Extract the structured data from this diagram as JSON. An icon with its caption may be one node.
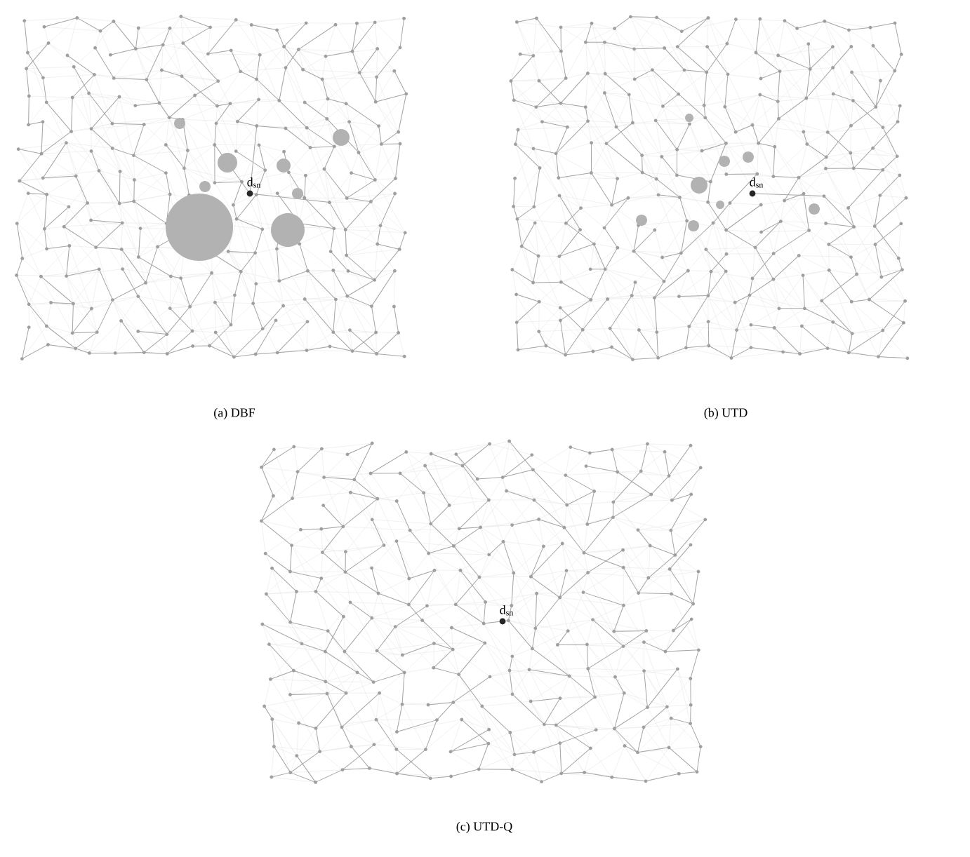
{
  "diagram": {
    "labels": [
      "d$_{sn}$",
      "d$_{sn}$",
      "d$_{sn}$",
      "(a) DBF",
      "(b) UTD",
      "(c) UTD-Q"
    ]
  }
}
